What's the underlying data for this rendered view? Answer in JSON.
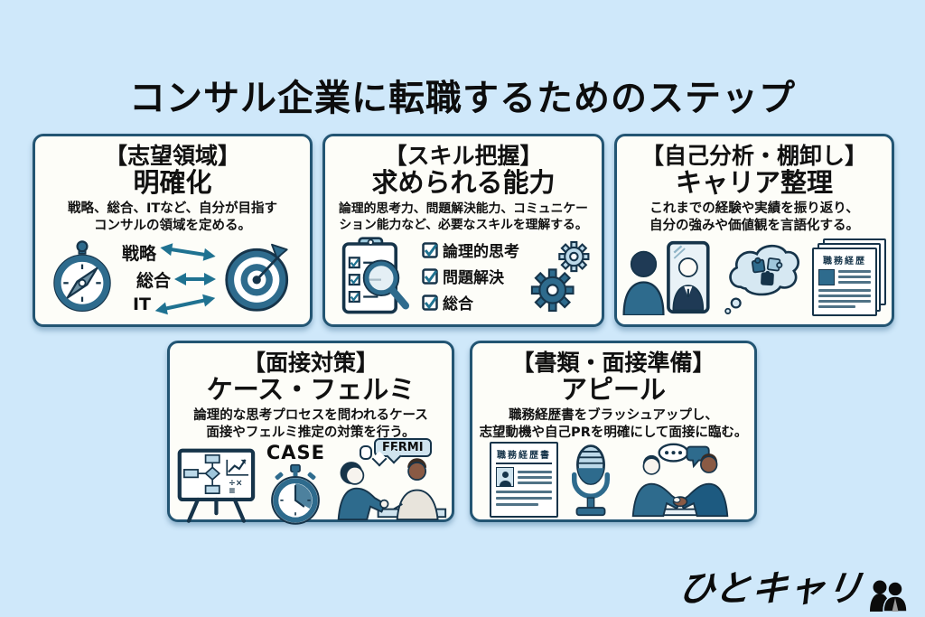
{
  "title": "コンサル企業に転職するためのステップ",
  "cards": [
    {
      "bracket": "【志望領域】",
      "name": "明確化",
      "body1": "戦略、総合、ITなど、自分が目指す",
      "body2": "コンサルの領域を定める。",
      "labels": [
        "戦略",
        "総合",
        "IT"
      ],
      "icons": [
        "compass-icon",
        "double-arrow-icon",
        "target-icon"
      ]
    },
    {
      "bracket": "【スキル把握】",
      "name": "求められる能力",
      "body1": "論理的思考力、問題解決能力、コミュニケー",
      "body2": "ション能力など、必要なスキルを理解する。",
      "checklist": [
        "論理的思考",
        "問題解決",
        "総合"
      ],
      "icons": [
        "checklist-magnifier-icon",
        "checkbox-icon",
        "gears-icon"
      ]
    },
    {
      "bracket": "【自己分析・棚卸し】",
      "name": "キャリア整理",
      "body1": "これまでの経験や実績を振り返り、",
      "body2": "自分の強みや価値観を言語化する。",
      "doc_label": "職務経歴",
      "icons": [
        "mirror-reflection-icon",
        "thought-puzzle-icon",
        "career-documents-icon"
      ]
    },
    {
      "bracket": "【面接対策】",
      "name": "ケース・フェルミ",
      "body1": "論理的な思考プロセスを問われるケース",
      "body2": "面接やフェルミ推定の対策を行う。",
      "case_label": "CASE",
      "fermi_label": "FERMI",
      "icons": [
        "whiteboard-flowchart-icon",
        "stopwatch-icon",
        "interview-people-icon"
      ]
    },
    {
      "bracket": "【書類・面接準備】",
      "name": "アピール",
      "body1": "職務経歴書をブラッシュアップし、",
      "body2": "志望動機や自己PRを明確にして面接に臨む。",
      "doc_label": "職務経歴書",
      "icons": [
        "resume-icon",
        "microphone-icon",
        "handshake-icon"
      ]
    }
  ],
  "logo": {
    "text": "ひとキャリ"
  },
  "colors": {
    "background": "#cfe8fa",
    "card_fill": "#fdfdf8",
    "card_border": "#235573",
    "ink": "#111111",
    "steel_blue": "#2e6b8d",
    "dark_navy": "#1f3a55",
    "light_blue": "#bcd9e9",
    "teal_arrow": "#1f7291"
  }
}
